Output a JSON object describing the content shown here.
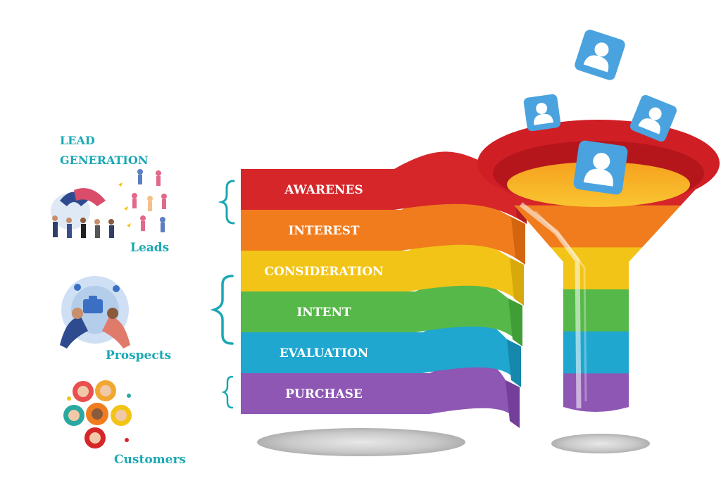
{
  "title_line1": "LEAD",
  "title_line2": "GENERATION",
  "groups": {
    "leads": "Leads",
    "prospects": "Prospects",
    "customers": "Customers"
  },
  "stages": [
    {
      "label": "AWARENES",
      "color": "#d6262a",
      "shade": "#b51c20"
    },
    {
      "label": "INTEREST",
      "color": "#f07c1e",
      "shade": "#d4650f"
    },
    {
      "label": "CONSIDERATION",
      "color": "#f2c417",
      "shade": "#d8a90c"
    },
    {
      "label": "INTENT",
      "color": "#56b849",
      "shade": "#3f9e35"
    },
    {
      "label": "EVALUATION",
      "color": "#1fa7cf",
      "shade": "#1588ac"
    },
    {
      "label": "PURCHASE",
      "color": "#8e57b4",
      "shade": "#733f99"
    }
  ],
  "colors": {
    "accent_teal": "#1aa8b4",
    "user_icon_bg": "#4aa3df"
  }
}
